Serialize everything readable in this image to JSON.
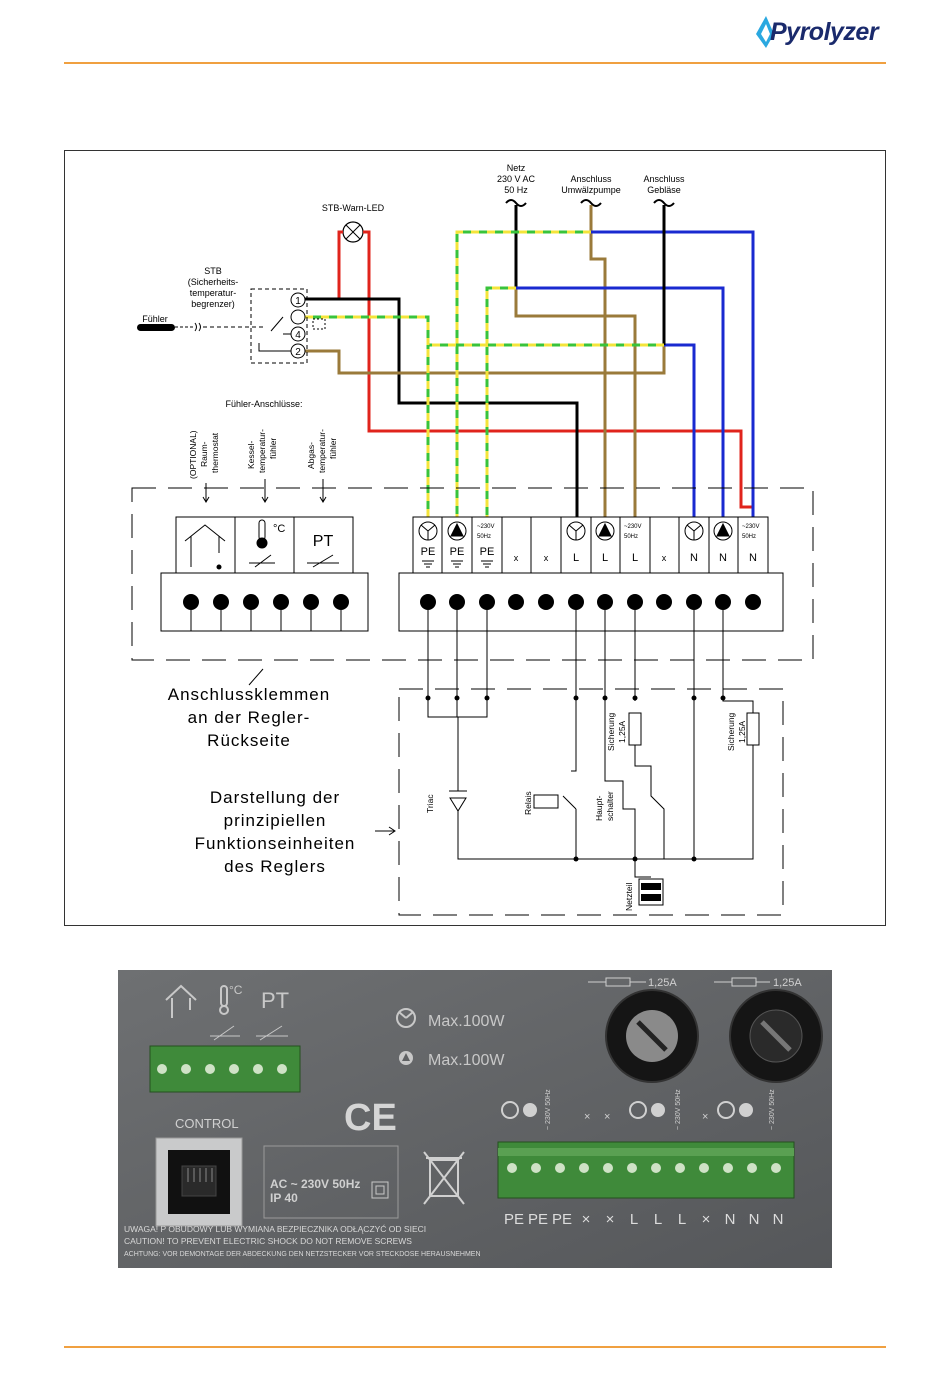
{
  "header": {
    "brand": "Pyrolyzer"
  },
  "diagram": {
    "supply_labels": {
      "netz": [
        "Netz",
        "230 V AC",
        "50 Hz"
      ],
      "umwaelzpumpe": [
        "Anschluss",
        "Umwälzpumpe"
      ],
      "geblaese": [
        "Anschluss",
        "Gebläse"
      ]
    },
    "stb_warn_led": "STB-Warn-LED",
    "stb_label": [
      "STB",
      "(Sicherheits-",
      "temperatur-",
      "begrenzer)"
    ],
    "fuehler": "Fühler",
    "stb_terminals": [
      "1",
      "4",
      "2"
    ],
    "fuehler_anschluesse": "Fühler-Anschlüsse:",
    "sensor_labels": [
      [
        "(OPTIONAL)",
        "Raum-",
        "thermostat"
      ],
      [
        "Kessel-",
        "temperatur-",
        "fühler"
      ],
      [
        "Abgas-",
        "temperatur-",
        "fühler"
      ]
    ],
    "sensor_symbols": {
      "celsius": "°C",
      "pt": "PT"
    },
    "terminal_labels": [
      "PE",
      "PE",
      "PE",
      "x",
      "x",
      "L",
      "L",
      "L",
      "x",
      "N",
      "N",
      "N"
    ],
    "voltage_note": [
      "~230V",
      "50Hz"
    ],
    "caption_terminals": [
      "Anschlussklemmen",
      "an der Regler-",
      "Rückseite"
    ],
    "caption_functions": [
      "Darstellung der",
      "prinzipiellen",
      "Funktionseinheiten",
      "des Reglers"
    ],
    "function_labels": {
      "triac": "Triac",
      "relais": "Relais",
      "hauptschalter": [
        "Haupt-",
        "schalter"
      ],
      "sicherung": [
        "Sicherung",
        "1,25A"
      ],
      "netzteil": "Netzteil"
    }
  },
  "photo": {
    "fuse_labels": [
      "1,25A",
      "1,25A"
    ],
    "pt": "PT",
    "celsius": "°C",
    "max_fan": "Max.100W",
    "max_pump": "Max.100W",
    "control": "CONTROL",
    "ce": "CE",
    "power_box": [
      "AC ~ 230V 50Hz",
      "IP 40"
    ],
    "terminal_labels": [
      "PE",
      "PE",
      "PE",
      "×",
      "×",
      "L",
      "L",
      "L",
      "×",
      "N",
      "N",
      "N"
    ],
    "warning_lines": [
      "UWAGA! P                    OBUDOWY LUB WYMIANA BEZPIECZNIKA ODŁĄCZYĆ OD SIECI",
      "CAUTION! TO PREVENT ELECTRIC SHOCK DO NOT REMOVE SCREWS",
      "ACHTUNG: VOR DEMONTAGE DER ABDECKUNG DEN NETZSTECKER VOR STECKDOSE HERAUSNEHMEN"
    ],
    "vertical_marks": [
      "~ 230V 50Hz",
      "~ 230V 50Hz",
      "~ 230V 50Hz"
    ]
  },
  "colors": {
    "accent_rule": "#f0a040",
    "brand": "#1a2a6c",
    "wire_red": "#e0241c",
    "wire_blue": "#1a2ad0",
    "wire_brown": "#9a7a3a",
    "wire_black": "#000000",
    "wire_green": "#39c33a",
    "wire_yellow": "#f4e43a",
    "photo_bg": "#5f6163",
    "terminal_green": "#3f8a3a"
  }
}
